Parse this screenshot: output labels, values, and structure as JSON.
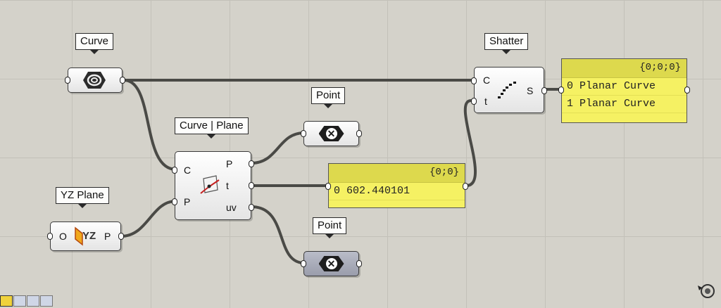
{
  "components": {
    "curve": {
      "label": "Curve",
      "icon": "curve-param-icon"
    },
    "yz_plane": {
      "label": "YZ Plane",
      "input": "O",
      "output": "P",
      "icon": "yz-plane-icon",
      "icon_text": "YZ"
    },
    "curve_plane": {
      "label": "Curve | Plane",
      "inputs": [
        "C",
        "P"
      ],
      "outputs": [
        "P",
        "t",
        "uv"
      ],
      "icon": "curve-plane-intersect-icon"
    },
    "point_top": {
      "label": "Point",
      "icon": "error-x-icon"
    },
    "point_bottom": {
      "label": "Point",
      "icon": "error-x-icon"
    },
    "shatter": {
      "label": "Shatter",
      "inputs": [
        "C",
        "t"
      ],
      "outputs": [
        "S"
      ],
      "icon": "shatter-icon"
    }
  },
  "panels": {
    "t_panel": {
      "path": "{0;0}",
      "rows": [
        {
          "index": "0",
          "value": "602.440101"
        }
      ]
    },
    "s_panel": {
      "path": "{0;0;0}",
      "rows": [
        {
          "index": "0",
          "value": "Planar Curve"
        },
        {
          "index": "1",
          "value": "Planar Curve"
        }
      ]
    }
  },
  "colors": {
    "canvas": "#d4d2ca",
    "panel": "#f5f163",
    "wire": "#4a4a46"
  },
  "toolbar": {
    "icons": [
      "preview-icon",
      "grid-icon",
      "pointer-icon",
      "measure-icon"
    ]
  },
  "navigator_icon": "canvas-nav-icon"
}
